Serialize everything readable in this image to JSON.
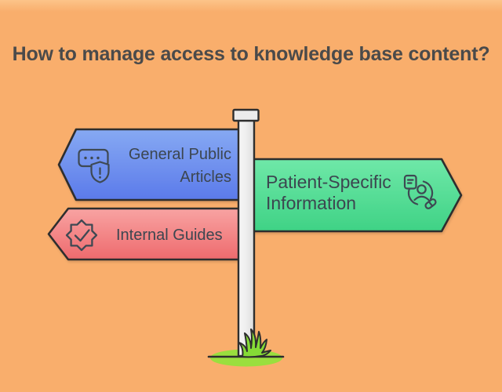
{
  "title": "How to manage access to knowledge base content?",
  "signpost": {
    "signs": [
      {
        "label_line1": "General Public",
        "label_line2": "Articles",
        "direction": "left",
        "color_name": "blue",
        "icon": "password-shield-icon"
      },
      {
        "label_line1": "Patient-Specific",
        "label_line2": "Information",
        "direction": "right",
        "color_name": "green",
        "icon": "patient-record-icon"
      },
      {
        "label_line1": "Internal Guides",
        "direction": "left",
        "color_name": "red",
        "icon": "approval-badge-icon"
      }
    ]
  },
  "colors": {
    "background": "#F9AE6C",
    "background_top": "#FCC489",
    "title_text": "#4A4A4A",
    "sign_text": "#3C4650",
    "outline": "#2E2E2E",
    "blue_top": "#86A9F3",
    "blue_bottom": "#5B7AEA",
    "blue_mid": "#6E90EF",
    "red_top": "#F8A3A2",
    "red_bottom": "#EE6A6D",
    "green_top": "#6FE8A8",
    "green_bottom": "#3FD285",
    "pole_cap": "#ECECEC",
    "grass": "#85DB36",
    "grass_mound": "#9ADF3E",
    "icon_stroke": "#3E4953"
  }
}
